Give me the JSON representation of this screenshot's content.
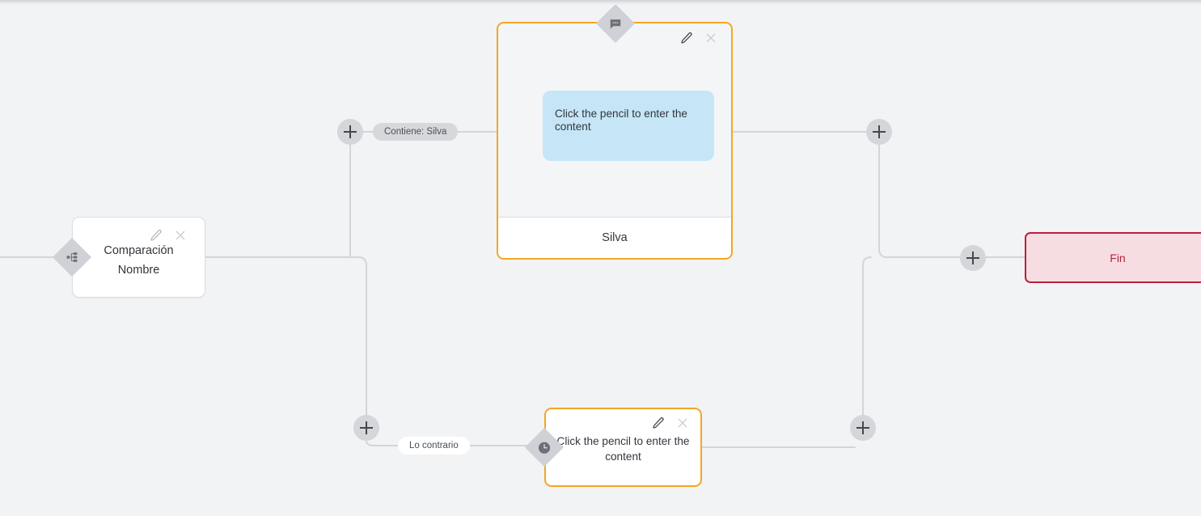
{
  "canvas": {
    "background_color": "#f2f3f5",
    "accent_orange": "#f5a623",
    "end_node_color": "#bb1f3c",
    "bubble_color": "#c6e6f7"
  },
  "nodes": {
    "compare": {
      "title": "Comparación",
      "subtitle": "Nombre",
      "edit_icon": "pencil-icon",
      "close_icon": "close-icon",
      "badge_icon": "sitemap-icon"
    },
    "message_top": {
      "bubble_text": "Click the pencil to enter the content",
      "footer_text": "Silva",
      "edit_icon": "pencil-icon",
      "close_icon": "close-icon",
      "badge_icon": "chat-bubble-icon"
    },
    "message_bottom": {
      "body_text": "Click the pencil to enter the content",
      "edit_icon": "pencil-icon",
      "close_icon": "close-icon",
      "badge_icon": "clock-icon"
    },
    "end": {
      "label": "Fin"
    }
  },
  "edge_labels": {
    "contiene": "Contiene: Silva",
    "contrario": "Lo contrario"
  },
  "add_buttons": [
    {
      "name": "add-node-top-left",
      "icon": "plus-icon"
    },
    {
      "name": "add-node-top-right",
      "icon": "plus-icon"
    },
    {
      "name": "add-node-bottom-left",
      "icon": "plus-icon"
    },
    {
      "name": "add-node-bottom-right",
      "icon": "plus-icon"
    },
    {
      "name": "add-node-before-end",
      "icon": "plus-icon"
    }
  ]
}
